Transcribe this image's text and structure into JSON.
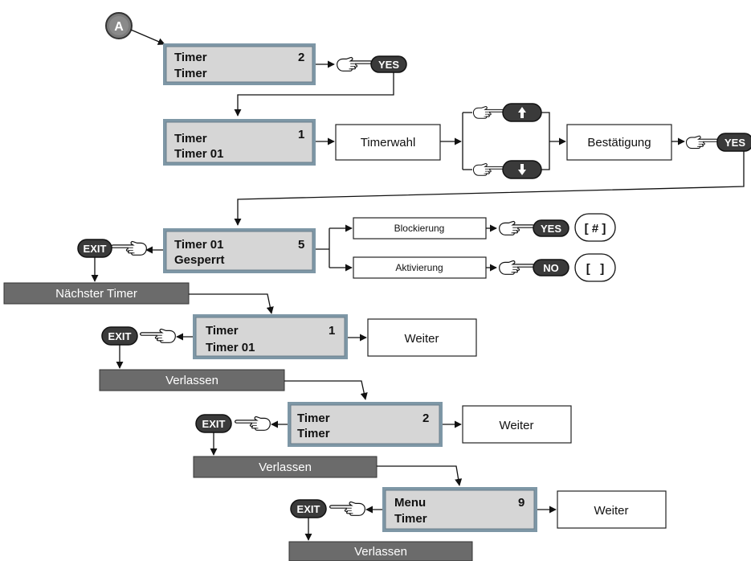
{
  "start_marker": "A",
  "lcd_screens": [
    {
      "id": "lcd1",
      "line1": "Timer",
      "line2": "Timer",
      "number": "2"
    },
    {
      "id": "lcd2",
      "line1": "Timer",
      "line2": "Timer 01",
      "number": "1"
    },
    {
      "id": "lcd3",
      "line1": "Timer 01",
      "line2": "Gesperrt",
      "number": "5"
    },
    {
      "id": "lcd4",
      "line1": "Timer",
      "line2": "Timer 01",
      "number": "1"
    },
    {
      "id": "lcd5",
      "line1": "Timer",
      "line2": "Timer",
      "number": "2"
    },
    {
      "id": "lcd6",
      "line1": "Menu",
      "line2": "Timer",
      "number": "9"
    }
  ],
  "boxes": {
    "timerwahl": "Timerwahl",
    "bestaetigung": "Bestätigung",
    "blockierung": "Blockierung",
    "aktivierung": "Aktivierung",
    "weiter1": "Weiter",
    "weiter2": "Weiter",
    "weiter3": "Weiter"
  },
  "bars": {
    "naechster_timer": "Nächster Timer",
    "verlassen1": "Verlassen",
    "verlassen2": "Verlassen",
    "verlassen3": "Verlassen"
  },
  "keys": {
    "yes": "YES",
    "no": "NO",
    "exit": "EXIT",
    "up": "up-arrow-key",
    "down": "down-arrow-key"
  },
  "symbols": {
    "locked": "[ # ]",
    "active": "[   ]"
  },
  "colors": {
    "lcd_frame": "#7e97a6",
    "lcd_face": "#d6d6d6",
    "bar": "#6b6b6b",
    "key": "#3a3a3a"
  }
}
